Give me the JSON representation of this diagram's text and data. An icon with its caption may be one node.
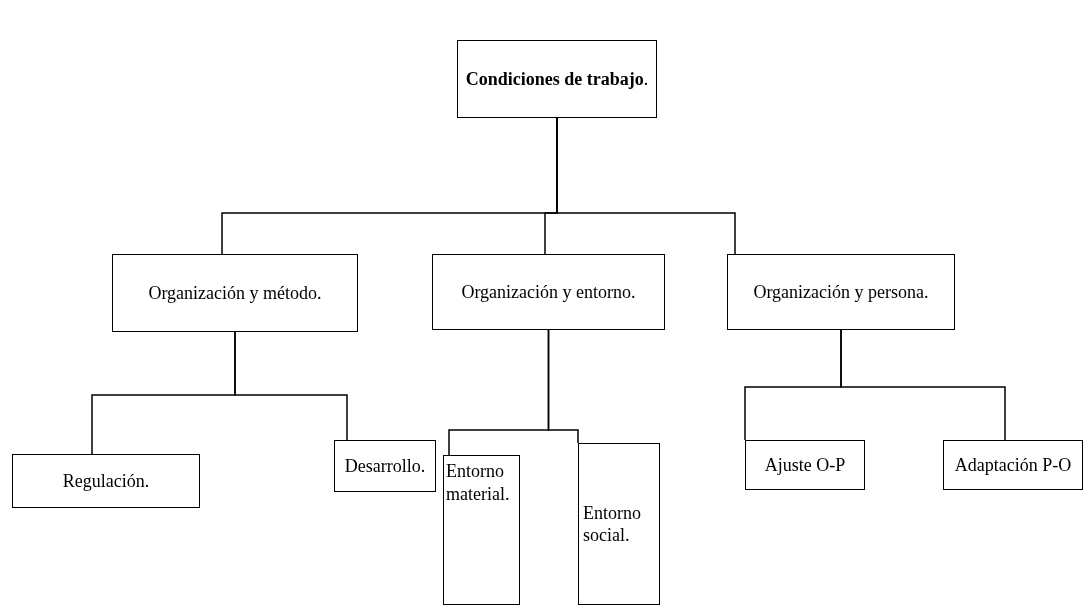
{
  "diagram": {
    "nodes": [
      {
        "text": [
          "**Condiciones de trabajo**."
        ]
      },
      {
        "text": [
          "Organización y método."
        ]
      },
      {
        "text": [
          "Organización y entorno."
        ]
      },
      {
        "text": [
          "Organización y persona."
        ]
      },
      {
        "text": [
          "Regulación."
        ]
      },
      {
        "text": [
          "Desarrollo."
        ]
      },
      {
        "text": [
          "Entorno material."
        ]
      },
      {
        "text": [
          "Entorno social."
        ]
      },
      {
        "text": [
          "Ajuste O-P"
        ]
      },
      {
        "text": [
          "Adaptación P-O"
        ]
      }
    ],
    "edges": [
      {
        "from": 0,
        "to": 1,
        "arrow": "none"
      },
      {
        "from": 0,
        "to": 2,
        "arrow": "none"
      },
      {
        "from": 0,
        "to": 3,
        "arrow": "none"
      },
      {
        "from": 1,
        "to": 4,
        "arrow": "none"
      },
      {
        "from": 1,
        "to": 5,
        "arrow": "none"
      },
      {
        "from": 2,
        "to": 6,
        "arrow": "none"
      },
      {
        "from": 2,
        "to": 7,
        "arrow": "none"
      },
      {
        "from": 3,
        "to": 8,
        "arrow": "none"
      },
      {
        "from": 3,
        "to": 9,
        "arrow": "none"
      }
    ]
  }
}
